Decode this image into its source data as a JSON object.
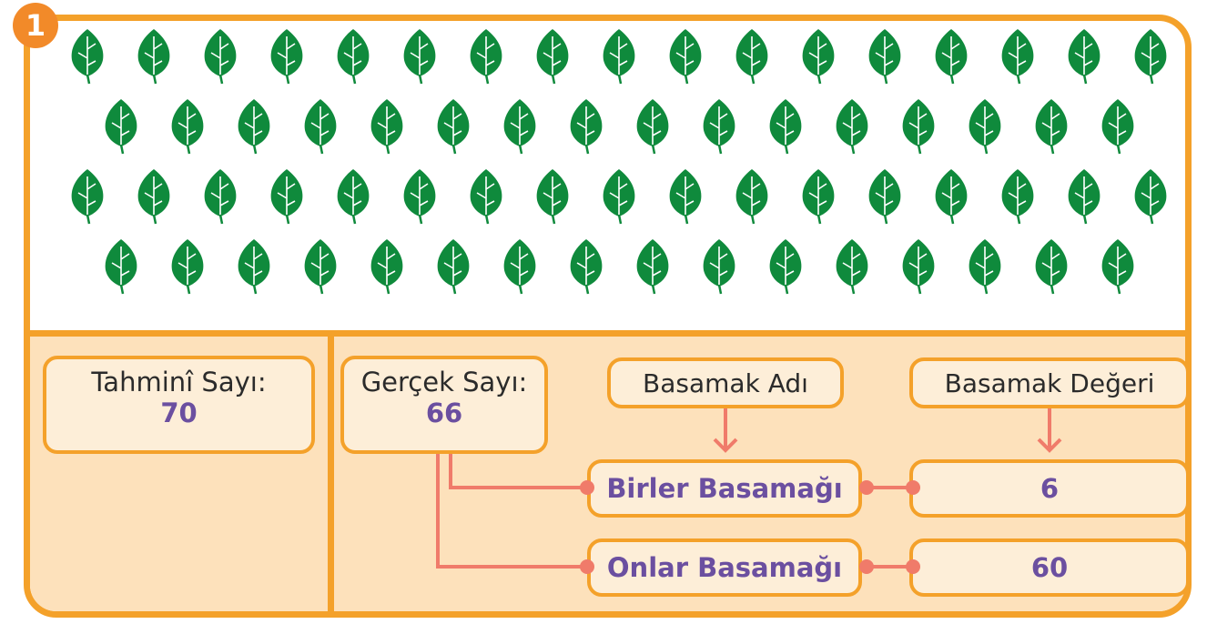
{
  "badge": {
    "number": "1"
  },
  "leaf_grid": {
    "row_counts": [
      17,
      16,
      17,
      16
    ],
    "total": 66,
    "icon": "leaf-icon",
    "color": "#0f8a3c"
  },
  "estimate": {
    "label": "Tahminî Sayı:",
    "value": "70"
  },
  "actual": {
    "label": "Gerçek Sayı:",
    "value": "66"
  },
  "headers": {
    "place_name": "Basamak Adı",
    "place_value": "Basamak Değeri"
  },
  "rows": [
    {
      "place": "Birler Basamağı",
      "value": "6"
    },
    {
      "place": "Onlar Basamağı",
      "value": "60"
    }
  ],
  "colors": {
    "frame": "#f4a12a",
    "panel": "#fde1bb",
    "box": "#fdeed8",
    "accent_text": "#6b4fa0",
    "connector": "#f07b6a",
    "badge": "#f28a29"
  }
}
